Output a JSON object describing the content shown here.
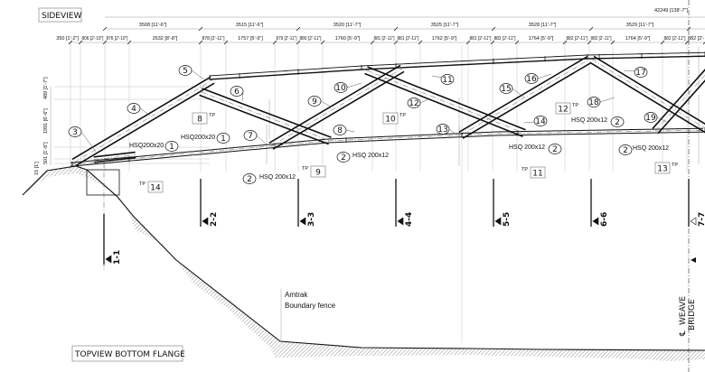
{
  "titles": {
    "sideview": "SIDEVIEW",
    "topview": "TOPVIEW BOTTOM FLANGE"
  },
  "overall_dimension": "42249 [138'-7\"]",
  "panel_dimensions": [
    "3508 [11'-6\"]",
    "3515 [11'-6\"]",
    "3520 [11'-7\"]",
    "3525 [11'-7\"]",
    "3528 [11'-7\"]",
    "3529 [11'-7\"]"
  ],
  "detail_dimensions": [
    "350 [1'-2\"]",
    "806 [2'-10\"]",
    "876 [2'-10\"]",
    "2632 [8'-8\"]",
    "878 [2'-11\"]",
    "1757 [5'-9\"]",
    "879 [2'-11\"]",
    "880 [2'-11\"]",
    "1760 [5'-9\"]",
    "881 [2'-11\"]",
    "881 [2'-11\"]",
    "1762 [5'-9\"]",
    "881 [2'-11\"]",
    "882 [2'-11\"]",
    "1764 [5'-9\"]",
    "882 [2'-11\"]",
    "882 [2'-11\"]",
    "1764 [5'-9\"]",
    "882 [2'-11\"]",
    "882 [2'-"
  ],
  "vertical_dimensions": [
    "15 [1']",
    "501 [1'-8\"]",
    "1991 [6'-6\"]",
    "489 [1'-7\"]"
  ],
  "callouts": [
    "5",
    "6",
    "4",
    "3",
    "7",
    "9",
    "10",
    "8",
    "11",
    "12",
    "13",
    "14",
    "15",
    "16",
    "17",
    "18",
    "19"
  ],
  "tp_labels": [
    {
      "tp": "TP",
      "num": "8"
    },
    {
      "tp": "TP",
      "num": "9"
    },
    {
      "tp": "TP",
      "num": "14"
    },
    {
      "tp": "TP",
      "num": "10"
    },
    {
      "tp": "TP",
      "num": "11"
    },
    {
      "tp": "TP",
      "num": "12"
    },
    {
      "tp": "TP",
      "num": "13"
    }
  ],
  "profile_labels": [
    {
      "text": "HSQ200x20",
      "num": "1"
    },
    {
      "text": "HSQ200x20",
      "num": "1"
    },
    {
      "text": "HSQ 200x12",
      "num": "2"
    },
    {
      "text": "HSQ 200x12",
      "num": "2"
    },
    {
      "text": "HSQ 200x12",
      "num": "2"
    },
    {
      "text": "HSQ 200x12",
      "num": "2"
    },
    {
      "text": "HSQ 200x12",
      "num": "2"
    }
  ],
  "sections": [
    "1-1",
    "2-2",
    "3-3",
    "4-4",
    "5-5",
    "6-6",
    "7-7"
  ],
  "annotations": {
    "fence_line1": "Amtrak",
    "fence_line2": "Boundary fence",
    "centerline_symbol": "℄",
    "centerline_line1": "WEAVE",
    "centerline_line2": "BRIDGE"
  },
  "colors": {
    "line": "#111111",
    "grid": "#bdbdbd",
    "hatch": "#777777"
  }
}
